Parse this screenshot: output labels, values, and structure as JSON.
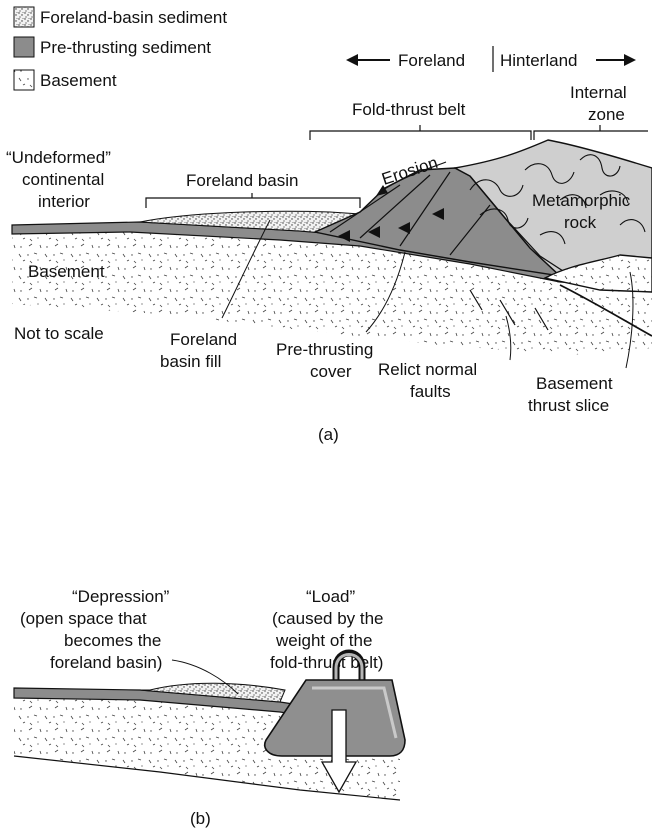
{
  "legend": {
    "foreland_sediment": "Foreland-basin sediment",
    "pre_thrusting": "Pre-thrusting sediment",
    "basement": "Basement"
  },
  "panel_a": {
    "foreland": "Foreland",
    "hinterland": "Hinterland",
    "fold_thrust_belt": "Fold-thrust belt",
    "internal_zone_line1": "Internal",
    "internal_zone_line2": "zone",
    "undeformed_line1": "“Undeformed”",
    "undeformed_line2": "continental",
    "undeformed_line3": "interior",
    "foreland_basin": "Foreland basin",
    "erosion": "Erosion",
    "metamorphic_line1": "Metamorphic",
    "metamorphic_line2": "rock",
    "basement": "Basement",
    "not_to_scale": "Not to scale",
    "foreland_fill_line1": "Foreland",
    "foreland_fill_line2": "basin fill",
    "pre_thrusting_cover_line1": "Pre-thrusting",
    "pre_thrusting_cover_line2": "cover",
    "relict_line1": "Relict normal",
    "relict_line2": "faults",
    "basement_slice_line1": "Basement",
    "basement_slice_line2": "thrust slice",
    "caption": "(a)"
  },
  "panel_b": {
    "depression_line1": "“Depression”",
    "depression_line2": "(open space that",
    "depression_line3": "becomes the",
    "depression_line4": "foreland basin)",
    "load_line1": "“Load”",
    "load_line2": "(caused by the",
    "load_line3": "weight of the",
    "load_line4": "fold-thrust belt)",
    "caption": "(b)"
  },
  "colors": {
    "pre_thrusting_fill": "#8c8c8c",
    "metamorphic_fill": "#cfcfcf",
    "weight_fill": "#8f8f8f",
    "line": "#111111"
  }
}
